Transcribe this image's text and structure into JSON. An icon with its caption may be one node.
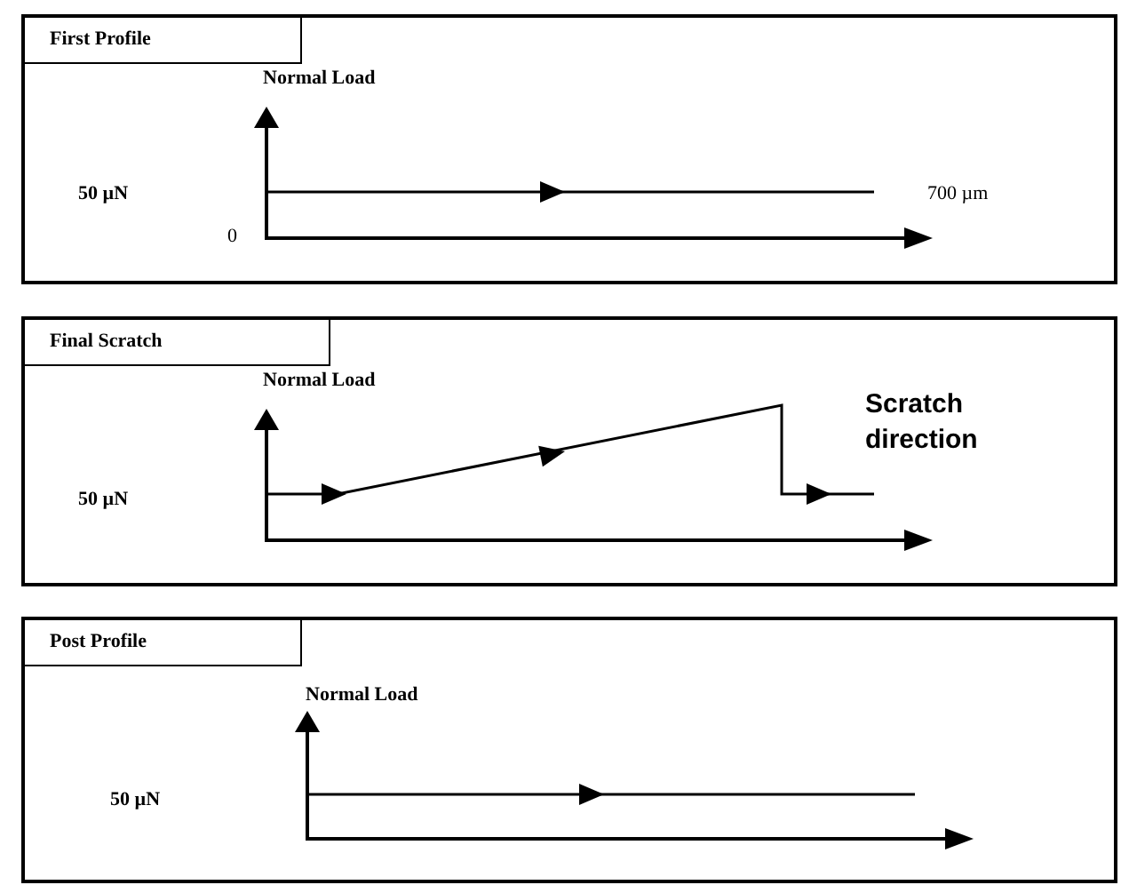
{
  "diagram": {
    "nodes": [
      {
        "text": [
          "First Profile"
        ]
      },
      {
        "text": [
          "Final Scratch"
        ]
      },
      {
        "text": [
          "Post Profile"
        ]
      }
    ],
    "labels": [
      "Normal Load",
      "50 µN",
      "700 µm",
      "0",
      "Normal Load",
      "Scratch direction",
      "50 µN",
      "Normal Load",
      "50 µN"
    ]
  }
}
